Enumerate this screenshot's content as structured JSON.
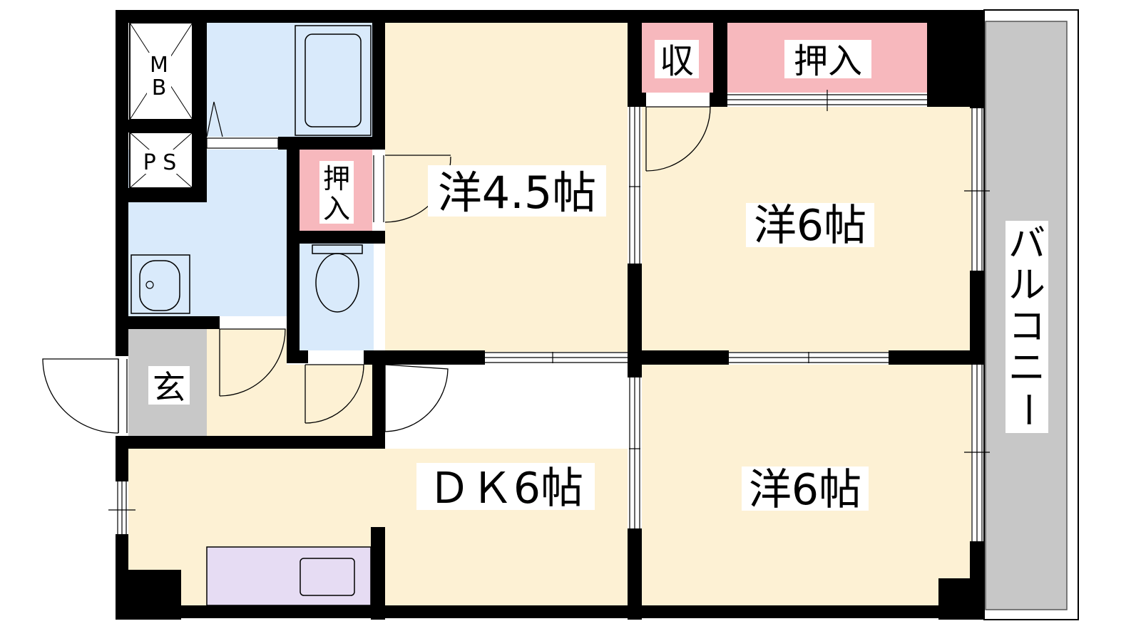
{
  "rooms": {
    "western_a": "洋4.5帖",
    "western_b": "洋6帖",
    "western_c": "洋6帖",
    "dining_kitchen": "ＤＫ6帖",
    "entrance": "玄",
    "storage": "収",
    "closet_top": "押入",
    "closet_small_1": "押",
    "closet_small_2": "入",
    "balcony": [
      "バ",
      "ル",
      "コ",
      "ニ",
      "ー"
    ]
  },
  "shafts": {
    "mb_1": "M",
    "mb_2": "B",
    "ps": "P S"
  },
  "colors": {
    "room_fill": "#fdf1d4",
    "wet_area": "#d9eafb",
    "closet": "#f7b8bd",
    "entrance": "#c8c8c8",
    "kitchen_counter": "#e6dcf3",
    "balcony": "#c7c7c7",
    "wall": "#000000"
  }
}
